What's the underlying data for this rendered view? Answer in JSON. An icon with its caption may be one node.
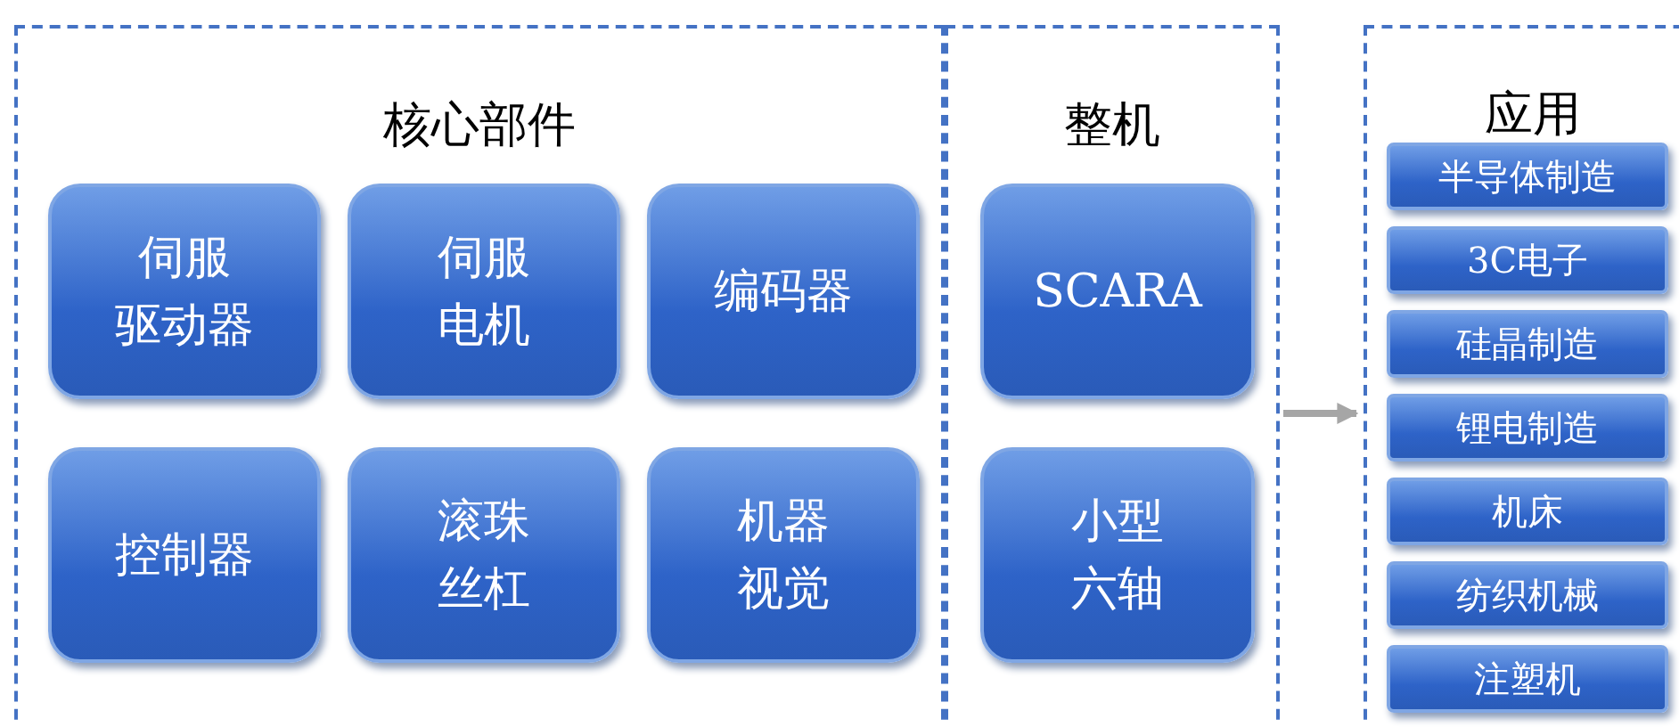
{
  "diagram": {
    "nodes": [
      {
        "text": [
          "核心部件"
        ]
      },
      {
        "text": [
          "伺服驱动器"
        ],
        "in": 0
      },
      {
        "text": [
          "伺服电机"
        ],
        "in": 0
      },
      {
        "text": [
          "编码器"
        ],
        "in": 0
      },
      {
        "text": [
          "控制器"
        ],
        "in": 0
      },
      {
        "text": [
          "滚珠丝杠"
        ],
        "in": 0
      },
      {
        "text": [
          "机器视觉"
        ],
        "in": 0
      },
      {
        "text": [
          "整机"
        ]
      },
      {
        "text": [
          "SCARA"
        ],
        "in": 7
      },
      {
        "text": [
          "小型六轴"
        ],
        "in": 7
      },
      {
        "text": [
          "应用"
        ]
      },
      {
        "text": [
          "半导体制造"
        ],
        "in": 10
      },
      {
        "text": [
          "3C电子"
        ],
        "in": 10
      },
      {
        "text": [
          "硅晶制造"
        ],
        "in": 10
      },
      {
        "text": [
          "锂电制造"
        ],
        "in": 10
      },
      {
        "text": [
          "机床"
        ],
        "in": 10
      },
      {
        "text": [
          "纺织机械"
        ],
        "in": 10
      },
      {
        "text": [
          "注塑机"
        ],
        "in": 10
      }
    ],
    "edges": [
      {
        "from": 7,
        "to": 10,
        "arrow": "to",
        "color": "#a6a6a6"
      }
    ]
  }
}
